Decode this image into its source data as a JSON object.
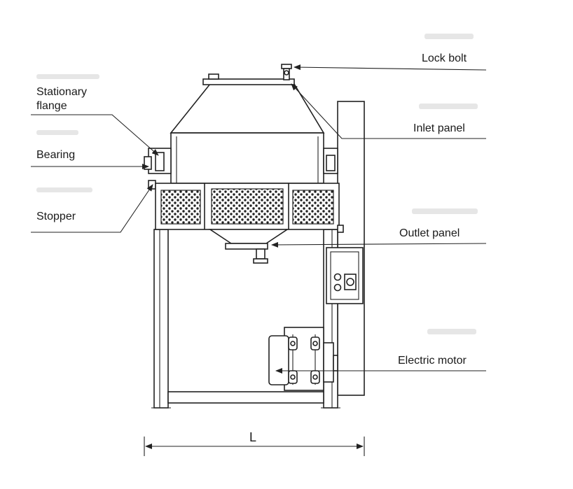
{
  "labels": {
    "lock_bolt": "Lock bolt",
    "stationary_flange_1": "Stationary",
    "stationary_flange_2": "flange",
    "inlet_panel": "Inlet panel",
    "bearing": "Bearing",
    "stopper": "Stopper",
    "outlet_panel": "Outlet panel",
    "electric_motor": "Electric motor",
    "length": "L"
  },
  "colors": {
    "line": "#222222",
    "background": "#ffffff"
  }
}
